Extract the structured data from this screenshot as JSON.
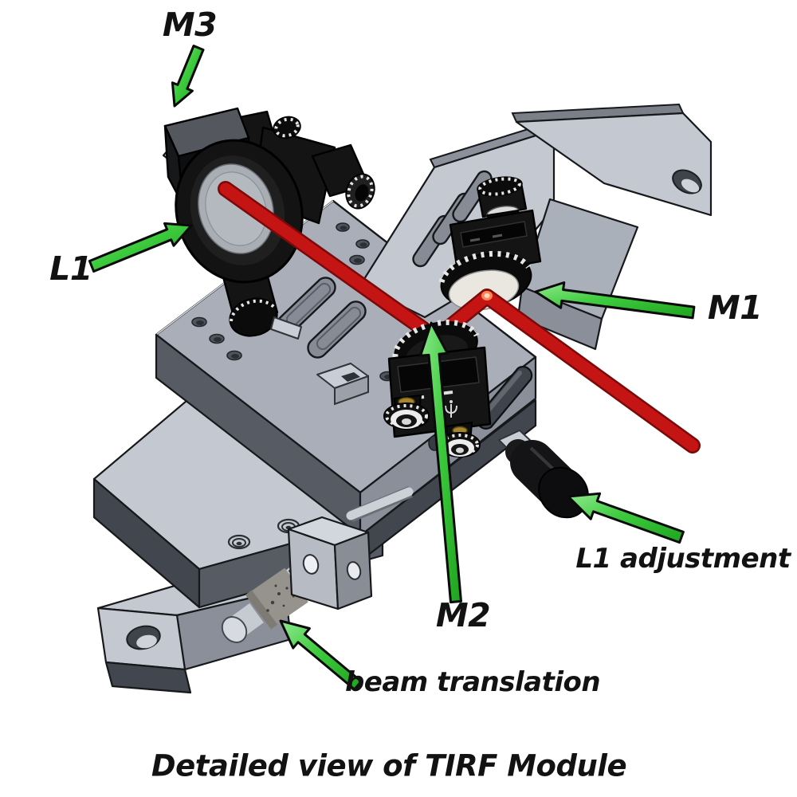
{
  "caption": "Detailed view of TIRF Module",
  "labels": {
    "m3": "M3",
    "l1": "L1",
    "m1": "M1",
    "m2": "M2",
    "l1_adjustment": "L1 adjustment",
    "beam_translation": "beam translation"
  },
  "parts": [
    {
      "id": "m3-prism",
      "label": "M3"
    },
    {
      "id": "l1-lens-mount",
      "label": "L1"
    },
    {
      "id": "m1-mirror-mount",
      "label": "M1"
    },
    {
      "id": "m2-mirror-mount",
      "label": "M2"
    },
    {
      "id": "l1-adjustment-knob",
      "label": "L1 adjustment"
    },
    {
      "id": "beam-translation-micrometer",
      "label": "beam translation"
    }
  ],
  "colors": {
    "arrow_green": "#3ecb3e",
    "arrow_green_light": "#8fe98f",
    "arrow_green_dark": "#1ea31e",
    "beam_red": "#c41414",
    "beam_red_dark": "#7c0909",
    "beam_spot": "#ff8a55",
    "metal_light": "#c4c8d1",
    "metal_mid": "#8a8f99",
    "metal_dark": "#565b64",
    "metal_darker": "#42464e",
    "component_black": "#141414",
    "mirror_white": "#eae7e0",
    "label_color": "#121212",
    "background": "#ffffff"
  }
}
